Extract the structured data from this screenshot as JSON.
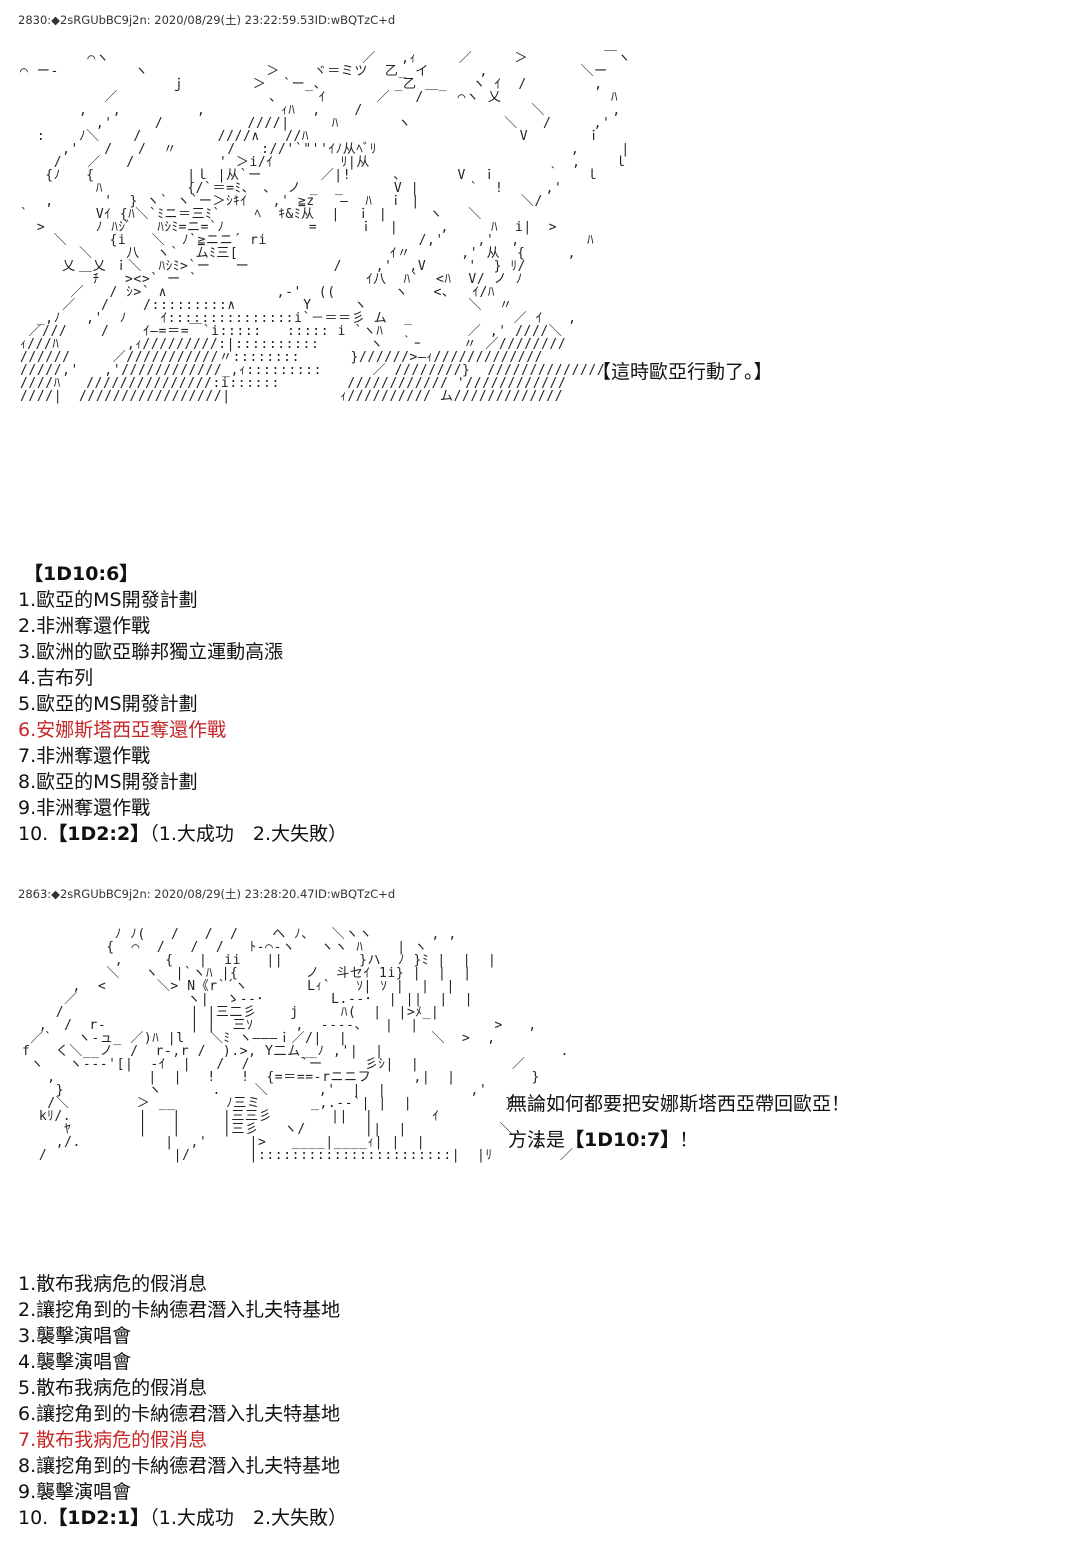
{
  "post1": {
    "header": "2830:◆2sRGUbBC9j2n: 2020/08/29(土) 23:22:59.53ID:wBQTzC+d",
    "caption": "【這時歐亞行動了。】",
    "roll_label": "【1D10:6】",
    "items": [
      "1.歐亞的MS開發計劃",
      "2.非洲奪還作戰",
      "3.歐洲的歐亞聯邦獨立運動高漲",
      "4.吉布列",
      "5.歐亞的MS開發計劃",
      "6.安娜斯塔西亞奪還作戰",
      "7.非洲奪還作戰",
      "8.歐亞的MS開發計劃",
      "9.非洲奪還作戰"
    ],
    "last": {
      "num": "10.",
      "roll": "【1D2:2】",
      "rest": "（1.大成功　2.大失敗）"
    }
  },
  "post2": {
    "header": "2863:◆2sRGUbBC9j2n: 2020/08/29(土) 23:28:20.47ID:wBQTzC+d",
    "caption_line1": "無論如何都要把安娜斯塔西亞帶回歐亞！",
    "caption_line2_prefix": "方法是",
    "caption_line2_roll": "【1D10:7】",
    "caption_line2_suffix": "！",
    "items": [
      "1.散布我病危的假消息",
      "2.讓挖角到的卡納德君潛入扎夫特基地",
      "3.襲擊演唱會",
      "4.襲擊演唱會",
      "5.散布我病危的假消息",
      "6.讓挖角到的卡納德君潛入扎夫特基地",
      "7.散布我病危的假消息",
      "8.讓挖角到的卡納德君潛入扎夫特基地",
      "9.襲擊演唱會"
    ],
    "last": {
      "num": "10.",
      "roll": "【1D2:1】",
      "rest": "（1.大成功　2.大失敗）"
    }
  },
  "colors": {
    "highlight": "#c62828",
    "text": "#111111"
  }
}
